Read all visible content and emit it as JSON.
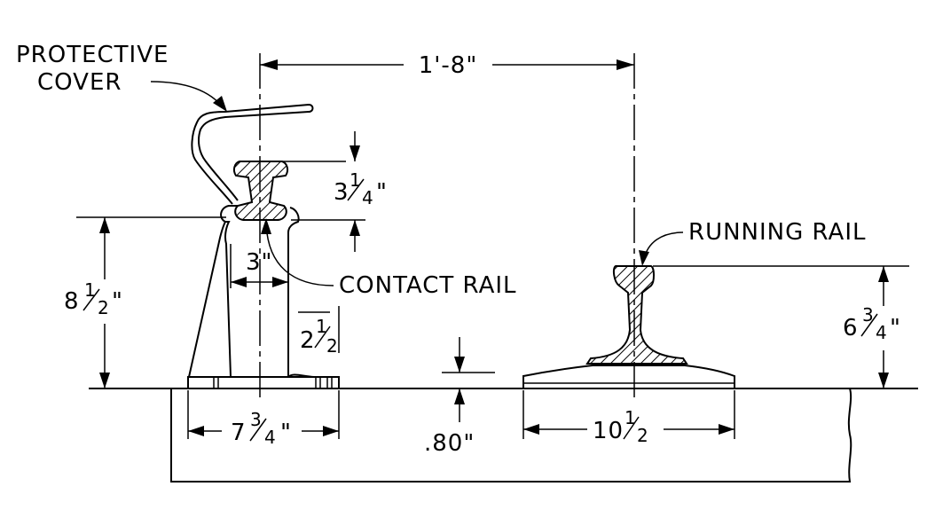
{
  "labels": {
    "protective_cover_line1": "PROTECTIVE",
    "protective_cover_line2": "COVER",
    "contact_rail": "CONTACT RAIL",
    "running_rail": "RUNNING RAIL"
  },
  "dimensions": {
    "rail_spacing": "1'-8\"",
    "contact_rail_height": {
      "whole": "3",
      "num": "1",
      "den": "4",
      "unit": "\""
    },
    "contact_rail_width": "3\"",
    "insulator_height": {
      "whole": "8",
      "num": "1",
      "den": "2",
      "unit": "\""
    },
    "base_offset": {
      "whole": "2",
      "num": "1",
      "den": "2"
    },
    "base_width": {
      "whole": "7",
      "num": "3",
      "den": "4",
      "unit": "\""
    },
    "gap": ".80\"",
    "tie_plate_width": {
      "whole": "10",
      "num": "1",
      "den": "2"
    },
    "running_rail_height": {
      "whole": "6",
      "num": "3",
      "den": "4",
      "unit": "\""
    }
  }
}
